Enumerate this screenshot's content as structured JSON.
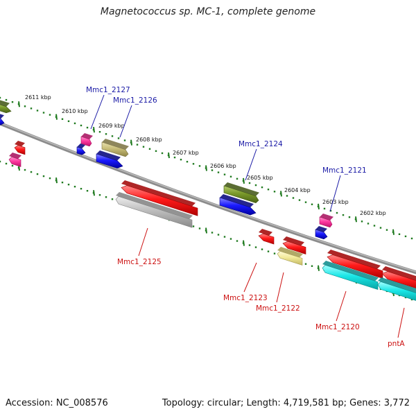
{
  "title": "Magnetococcus sp. MC-1, complete genome",
  "footer": {
    "accession": "Accession: NC_008576",
    "summary": "Topology: circular; Length: 4,719,581 bp; Genes: 3,772"
  },
  "ticks": [
    "2611 kbp",
    "2610 kbp",
    "2609 kbp",
    "2608 kbp",
    "2607 kbp",
    "2606 kbp",
    "2605 kbp",
    "2604 kbp",
    "2603 kbp",
    "2602 kbp"
  ],
  "gene_labels": {
    "upper": [
      "Mmc1_2127",
      "Mmc1_2126",
      "Mmc1_2124",
      "Mmc1_2121"
    ],
    "lower": [
      "Mmc1_2125",
      "Mmc1_2123",
      "Mmc1_2122",
      "Mmc1_2120",
      "pntA"
    ]
  },
  "colors": {
    "backbone": "#7d7d7d",
    "tick_dots": "#1f7a1f",
    "label_upper": "#1a1aa6",
    "label_lower": "#cc1111",
    "red": "#ff1a1a",
    "blue": "#1a1aff",
    "olive": "#7a9a2a",
    "khaki": "#c8bd78",
    "pink": "#ff3aa0",
    "gray": "#bdbdbd",
    "cyan": "#19e6e6",
    "yellow": "#f2ea9a"
  }
}
